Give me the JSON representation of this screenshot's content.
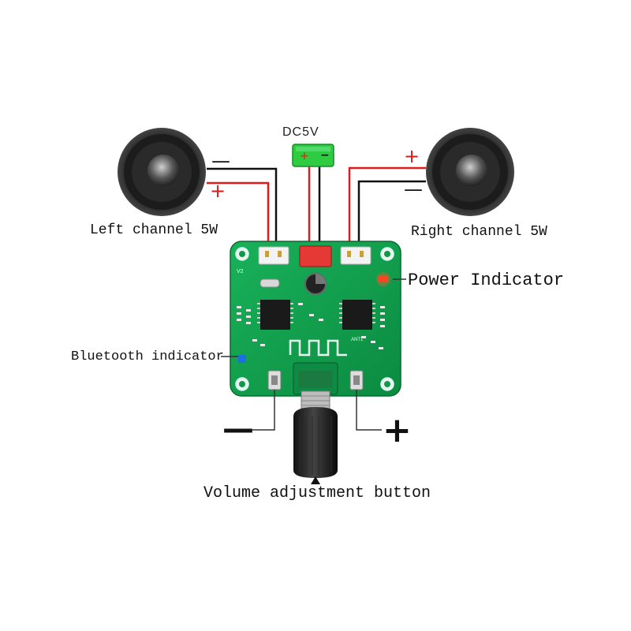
{
  "labels": {
    "power_input": "DC5V",
    "left_channel": "Left channel 5W",
    "right_channel": "Right channel 5W",
    "power_indicator": "Power Indicator",
    "bluetooth_indicator": "Bluetooth indicator",
    "volume_button": "Volume adjustment button"
  },
  "polarity": {
    "plus": "+",
    "minus": "—",
    "dc_plus": "+",
    "dc_minus": "−",
    "vol_minus": "—",
    "vol_plus": "+"
  },
  "board_marks": {
    "version": "V2",
    "antenna": "ANT1"
  },
  "colors": {
    "board_green": "#0f9a4a",
    "board_dark": "#0b7a3a",
    "wire_red": "#e01b1b",
    "wire_black": "#111111",
    "power_led": "#ff3a1a",
    "bluetooth_led": "#1e6fe0",
    "dc_connector": "#2ecc40"
  }
}
